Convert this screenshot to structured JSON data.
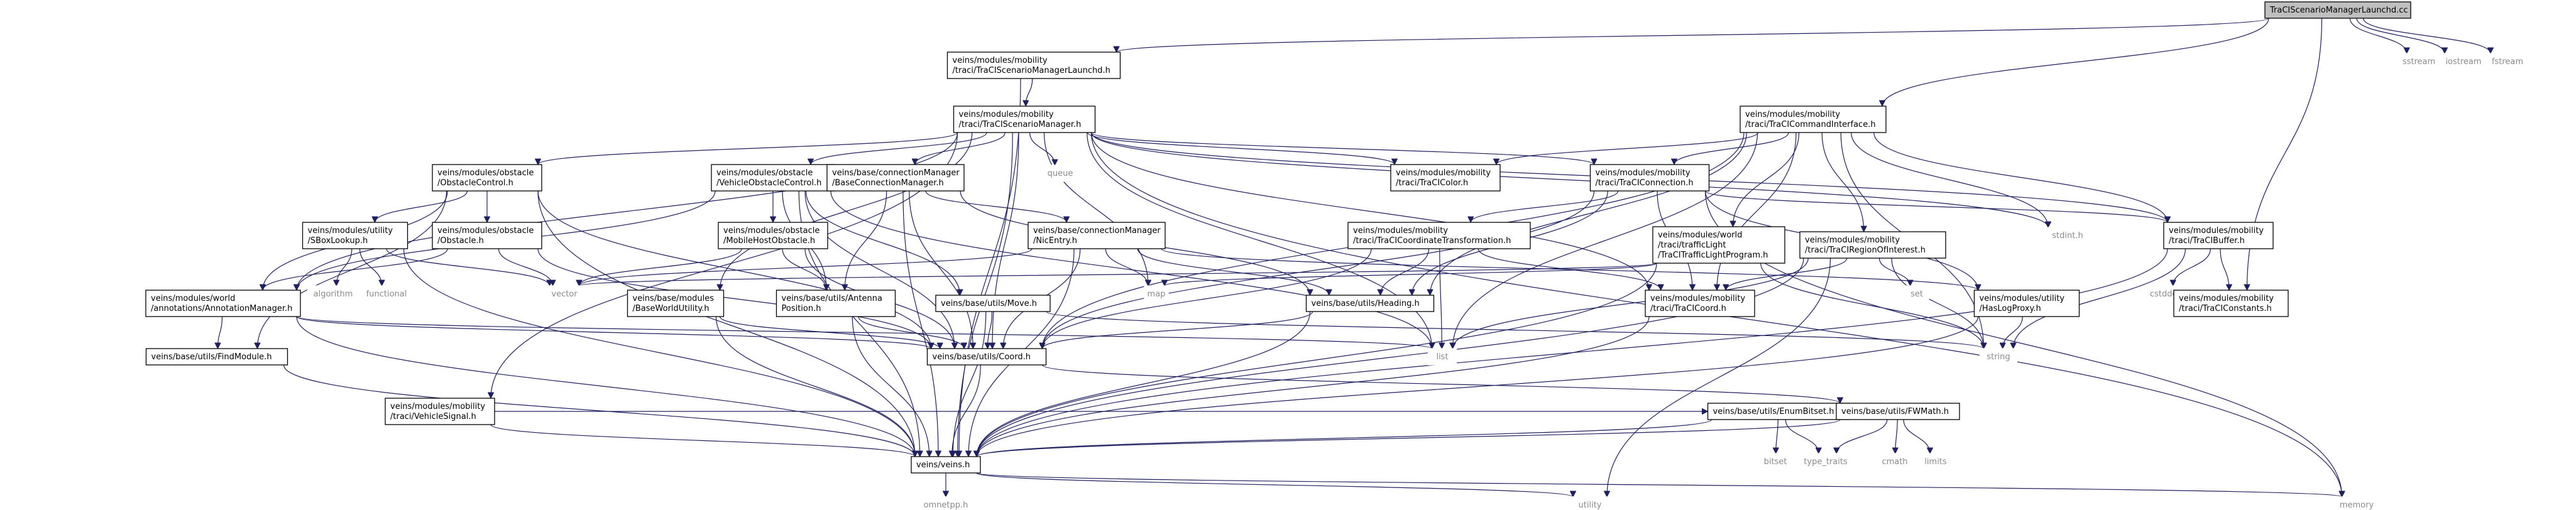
{
  "graph": {
    "root": "TraCIScenarioManagerLaunchd.cc",
    "nodes": [
      {
        "id": "root",
        "lines": [
          "TraCIScenarioManagerLaunchd.cc"
        ],
        "kind": "root"
      },
      {
        "id": "launchd_h",
        "lines": [
          "veins/modules/mobility",
          "/traci/TraCIScenarioManagerLaunchd.h"
        ],
        "kind": "box"
      },
      {
        "id": "sstream",
        "lines": [
          "sstream"
        ],
        "kind": "plain"
      },
      {
        "id": "iostream",
        "lines": [
          "iostream"
        ],
        "kind": "plain"
      },
      {
        "id": "fstream",
        "lines": [
          "fstream"
        ],
        "kind": "plain"
      },
      {
        "id": "scenman_h",
        "lines": [
          "veins/modules/mobility",
          "/traci/TraCIScenarioManager.h"
        ],
        "kind": "box"
      },
      {
        "id": "cmdif_h",
        "lines": [
          "veins/modules/mobility",
          "/traci/TraCICommandInterface.h"
        ],
        "kind": "box"
      },
      {
        "id": "obstaclecontrol_h",
        "lines": [
          "veins/modules/obstacle",
          "/ObstacleControl.h"
        ],
        "kind": "box"
      },
      {
        "id": "vehobstaclecontrol_h",
        "lines": [
          "veins/modules/obstacle",
          "/VehicleObstacleControl.h"
        ],
        "kind": "box"
      },
      {
        "id": "baseconnman_h",
        "lines": [
          "veins/base/connectionManager",
          "/BaseConnectionManager.h"
        ],
        "kind": "box"
      },
      {
        "id": "queue",
        "lines": [
          "queue"
        ],
        "kind": "plain"
      },
      {
        "id": "tracicolor_h",
        "lines": [
          "veins/modules/mobility",
          "/traci/TraCIColor.h"
        ],
        "kind": "box"
      },
      {
        "id": "traciconnection_h",
        "lines": [
          "veins/modules/mobility",
          "/traci/TraCIConnection.h"
        ],
        "kind": "box"
      },
      {
        "id": "stdint_h",
        "lines": [
          "stdint.h"
        ],
        "kind": "plain"
      },
      {
        "id": "tracibuffer_h",
        "lines": [
          "veins/modules/mobility",
          "/traci/TraCIBuffer.h"
        ],
        "kind": "box"
      },
      {
        "id": "sboxlookup_h",
        "lines": [
          "veins/modules/utility",
          "/SBoxLookup.h"
        ],
        "kind": "box"
      },
      {
        "id": "obstacle_h",
        "lines": [
          "veins/modules/obstacle",
          "/Obstacle.h"
        ],
        "kind": "box"
      },
      {
        "id": "mobilehostobstacle_h",
        "lines": [
          "veins/modules/obstacle",
          "/MobileHostObstacle.h"
        ],
        "kind": "box"
      },
      {
        "id": "nicentry_h",
        "lines": [
          "veins/base/connectionManager",
          "/NicEntry.h"
        ],
        "kind": "box"
      },
      {
        "id": "coordtransform_h",
        "lines": [
          "veins/modules/mobility",
          "/traci/TraCICoordinateTransformation.h"
        ],
        "kind": "box"
      },
      {
        "id": "trafficlight_h",
        "lines": [
          "veins/modules/world",
          "/traci/trafficLight",
          "/TraCITrafficLightProgram.h"
        ],
        "kind": "box"
      },
      {
        "id": "regionofinterest_h",
        "lines": [
          "veins/modules/mobility",
          "/traci/TraCIRegionOfInterest.h"
        ],
        "kind": "box"
      },
      {
        "id": "algorithm",
        "lines": [
          "algorithm"
        ],
        "kind": "plain"
      },
      {
        "id": "functional",
        "lines": [
          "functional"
        ],
        "kind": "plain"
      },
      {
        "id": "vector",
        "lines": [
          "vector"
        ],
        "kind": "plain"
      },
      {
        "id": "annotationmanager_h",
        "lines": [
          "veins/modules/world",
          "/annotations/AnnotationManager.h"
        ],
        "kind": "box"
      },
      {
        "id": "baseworldutility_h",
        "lines": [
          "veins/base/modules",
          "/BaseWorldUtility.h"
        ],
        "kind": "box"
      },
      {
        "id": "antennaposition_h",
        "lines": [
          "veins/base/utils/Antenna",
          "Position.h"
        ],
        "kind": "box"
      },
      {
        "id": "move_h",
        "lines": [
          "veins/base/utils/Move.h"
        ],
        "kind": "box"
      },
      {
        "id": "map",
        "lines": [
          "map"
        ],
        "kind": "plain"
      },
      {
        "id": "heading_h",
        "lines": [
          "veins/base/utils/Heading.h"
        ],
        "kind": "box"
      },
      {
        "id": "set",
        "lines": [
          "set"
        ],
        "kind": "plain"
      },
      {
        "id": "tracicoord_h",
        "lines": [
          "veins/modules/mobility",
          "/traci/TraCICoord.h"
        ],
        "kind": "box"
      },
      {
        "id": "haslogproxy_h",
        "lines": [
          "veins/modules/utility",
          "/HasLogProxy.h"
        ],
        "kind": "box"
      },
      {
        "id": "cstddef",
        "lines": [
          "cstddef"
        ],
        "kind": "plain"
      },
      {
        "id": "traciconstants_h",
        "lines": [
          "veins/modules/mobility",
          "/traci/TraCIConstants.h"
        ],
        "kind": "box"
      },
      {
        "id": "findmodule_h",
        "lines": [
          "veins/base/utils/FindModule.h"
        ],
        "kind": "box"
      },
      {
        "id": "coord_h",
        "lines": [
          "veins/base/utils/Coord.h"
        ],
        "kind": "box"
      },
      {
        "id": "list",
        "lines": [
          "list"
        ],
        "kind": "plain"
      },
      {
        "id": "string",
        "lines": [
          "string"
        ],
        "kind": "plain"
      },
      {
        "id": "vehiclesignal_h",
        "lines": [
          "veins/modules/mobility",
          "/traci/VehicleSignal.h"
        ],
        "kind": "box"
      },
      {
        "id": "enumbitset_h",
        "lines": [
          "veins/base/utils/EnumBitset.h"
        ],
        "kind": "box"
      },
      {
        "id": "fwmath_h",
        "lines": [
          "veins/base/utils/FWMath.h"
        ],
        "kind": "box"
      },
      {
        "id": "veins_h",
        "lines": [
          "veins/veins.h"
        ],
        "kind": "box"
      },
      {
        "id": "bitset",
        "lines": [
          "bitset"
        ],
        "kind": "plain"
      },
      {
        "id": "type_traits",
        "lines": [
          "type_traits"
        ],
        "kind": "plain"
      },
      {
        "id": "cmath",
        "lines": [
          "cmath"
        ],
        "kind": "plain"
      },
      {
        "id": "limits",
        "lines": [
          "limits"
        ],
        "kind": "plain"
      },
      {
        "id": "omnetpp_h",
        "lines": [
          "omnetpp.h"
        ],
        "kind": "plain"
      },
      {
        "id": "utility",
        "lines": [
          "utility"
        ],
        "kind": "plain"
      },
      {
        "id": "memory",
        "lines": [
          "memory"
        ],
        "kind": "plain"
      }
    ],
    "edges": [
      [
        "root",
        "launchd_h"
      ],
      [
        "root",
        "sstream"
      ],
      [
        "root",
        "iostream"
      ],
      [
        "root",
        "fstream"
      ],
      [
        "root",
        "cmdif_h"
      ],
      [
        "root",
        "traciconstants_h"
      ],
      [
        "launchd_h",
        "scenman_h"
      ],
      [
        "launchd_h",
        "veins_h"
      ],
      [
        "scenman_h",
        "obstaclecontrol_h"
      ],
      [
        "scenman_h",
        "vehobstaclecontrol_h"
      ],
      [
        "scenman_h",
        "baseconnman_h"
      ],
      [
        "scenman_h",
        "queue"
      ],
      [
        "scenman_h",
        "tracicolor_h"
      ],
      [
        "scenman_h",
        "traciconnection_h"
      ],
      [
        "scenman_h",
        "tracibuffer_h"
      ],
      [
        "scenman_h",
        "stdint_h"
      ],
      [
        "scenman_h",
        "annotationmanager_h"
      ],
      [
        "scenman_h",
        "baseworldutility_h"
      ],
      [
        "scenman_h",
        "vehiclesignal_h"
      ],
      [
        "scenman_h",
        "map"
      ],
      [
        "scenman_h",
        "list"
      ],
      [
        "scenman_h",
        "coord_h"
      ],
      [
        "scenman_h",
        "veins_h"
      ],
      [
        "scenman_h",
        "tracicoord_h"
      ],
      [
        "scenman_h",
        "memory"
      ],
      [
        "cmdif_h",
        "tracicolor_h"
      ],
      [
        "cmdif_h",
        "traciconnection_h"
      ],
      [
        "cmdif_h",
        "tracibuffer_h"
      ],
      [
        "cmdif_h",
        "trafficlight_h"
      ],
      [
        "cmdif_h",
        "regionofinterest_h"
      ],
      [
        "cmdif_h",
        "tracicoord_h"
      ],
      [
        "cmdif_h",
        "coord_h"
      ],
      [
        "cmdif_h",
        "stdint_h"
      ],
      [
        "cmdif_h",
        "list"
      ],
      [
        "cmdif_h",
        "string"
      ],
      [
        "cmdif_h",
        "heading_h"
      ],
      [
        "obstaclecontrol_h",
        "sboxlookup_h"
      ],
      [
        "obstaclecontrol_h",
        "obstacle_h"
      ],
      [
        "obstaclecontrol_h",
        "annotationmanager_h"
      ],
      [
        "obstaclecontrol_h",
        "findmodule_h"
      ],
      [
        "obstaclecontrol_h",
        "coord_h"
      ],
      [
        "obstaclecontrol_h",
        "veins_h"
      ],
      [
        "vehobstaclecontrol_h",
        "mobilehostobstacle_h"
      ],
      [
        "vehobstaclecontrol_h",
        "annotationmanager_h"
      ],
      [
        "vehobstaclecontrol_h",
        "antennaposition_h"
      ],
      [
        "vehobstaclecontrol_h",
        "move_h"
      ],
      [
        "vehobstaclecontrol_h",
        "coord_h"
      ],
      [
        "vehobstaclecontrol_h",
        "veins_h"
      ],
      [
        "vehobstaclecontrol_h",
        "list"
      ],
      [
        "baseconnman_h",
        "nicentry_h"
      ],
      [
        "baseconnman_h",
        "antennaposition_h"
      ],
      [
        "baseconnman_h",
        "heading_h"
      ],
      [
        "baseconnman_h",
        "coord_h"
      ],
      [
        "baseconnman_h",
        "veins_h"
      ],
      [
        "traciconnection_h",
        "coordtransform_h"
      ],
      [
        "traciconnection_h",
        "tracibuffer_h"
      ],
      [
        "traciconnection_h",
        "tracicoord_h"
      ],
      [
        "traciconnection_h",
        "haslogproxy_h"
      ],
      [
        "traciconnection_h",
        "coord_h"
      ],
      [
        "traciconnection_h",
        "heading_h"
      ],
      [
        "traciconnection_h",
        "memory"
      ],
      [
        "tracibuffer_h",
        "cstddef"
      ],
      [
        "tracibuffer_h",
        "traciconstants_h"
      ],
      [
        "tracibuffer_h",
        "string"
      ],
      [
        "tracibuffer_h",
        "veins_h"
      ],
      [
        "sboxlookup_h",
        "algorithm"
      ],
      [
        "sboxlookup_h",
        "functional"
      ],
      [
        "sboxlookup_h",
        "vector"
      ],
      [
        "sboxlookup_h",
        "veins_h"
      ],
      [
        "obstacle_h",
        "vector"
      ],
      [
        "obstacle_h",
        "annotationmanager_h"
      ],
      [
        "obstacle_h",
        "coord_h"
      ],
      [
        "mobilehostobstacle_h",
        "vector"
      ],
      [
        "mobilehostobstacle_h",
        "antennaposition_h"
      ],
      [
        "mobilehostobstacle_h",
        "coord_h"
      ],
      [
        "nicentry_h",
        "vector"
      ],
      [
        "nicentry_h",
        "map"
      ],
      [
        "nicentry_h",
        "heading_h"
      ],
      [
        "nicentry_h",
        "coord_h"
      ],
      [
        "nicentry_h",
        "haslogproxy_h"
      ],
      [
        "nicentry_h",
        "veins_h"
      ],
      [
        "coordtransform_h",
        "heading_h"
      ],
      [
        "coordtransform_h",
        "tracicoord_h"
      ],
      [
        "coordtransform_h",
        "list"
      ],
      [
        "coordtransform_h",
        "coord_h"
      ],
      [
        "trafficlight_h",
        "map"
      ],
      [
        "trafficlight_h",
        "string"
      ],
      [
        "trafficlight_h",
        "vector"
      ],
      [
        "trafficlight_h",
        "veins_h"
      ],
      [
        "regionofinterest_h",
        "set"
      ],
      [
        "regionofinterest_h",
        "list"
      ],
      [
        "regionofinterest_h",
        "string"
      ],
      [
        "regionofinterest_h",
        "utility"
      ],
      [
        "regionofinterest_h",
        "tracicoord_h"
      ],
      [
        "regionofinterest_h",
        "veins_h"
      ],
      [
        "annotationmanager_h",
        "list"
      ],
      [
        "annotationmanager_h",
        "findmodule_h"
      ],
      [
        "annotationmanager_h",
        "coord_h"
      ],
      [
        "annotationmanager_h",
        "veins_h"
      ],
      [
        "baseworldutility_h",
        "coord_h"
      ],
      [
        "baseworldutility_h",
        "veins_h"
      ],
      [
        "antennaposition_h",
        "coord_h"
      ],
      [
        "antennaposition_h",
        "veins_h"
      ],
      [
        "move_h",
        "coord_h"
      ],
      [
        "move_h",
        "veins_h"
      ],
      [
        "move_h",
        "string"
      ],
      [
        "heading_h",
        "coord_h"
      ],
      [
        "heading_h",
        "veins_h"
      ],
      [
        "tracicoord_h",
        "veins_h"
      ],
      [
        "haslogproxy_h",
        "string"
      ],
      [
        "haslogproxy_h",
        "veins_h"
      ],
      [
        "findmodule_h",
        "veins_h"
      ],
      [
        "coord_h",
        "veins_h"
      ],
      [
        "coord_h",
        "fwmath_h"
      ],
      [
        "vehiclesignal_h",
        "enumbitset_h"
      ],
      [
        "vehiclesignal_h",
        "veins_h"
      ],
      [
        "enumbitset_h",
        "bitset"
      ],
      [
        "enumbitset_h",
        "type_traits"
      ],
      [
        "enumbitset_h",
        "veins_h"
      ],
      [
        "fwmath_h",
        "cmath"
      ],
      [
        "fwmath_h",
        "limits"
      ],
      [
        "fwmath_h",
        "type_traits"
      ],
      [
        "fwmath_h",
        "veins_h"
      ],
      [
        "veins_h",
        "omnetpp_h"
      ],
      [
        "veins_h",
        "utility"
      ],
      [
        "veins_h",
        "memory"
      ]
    ]
  }
}
